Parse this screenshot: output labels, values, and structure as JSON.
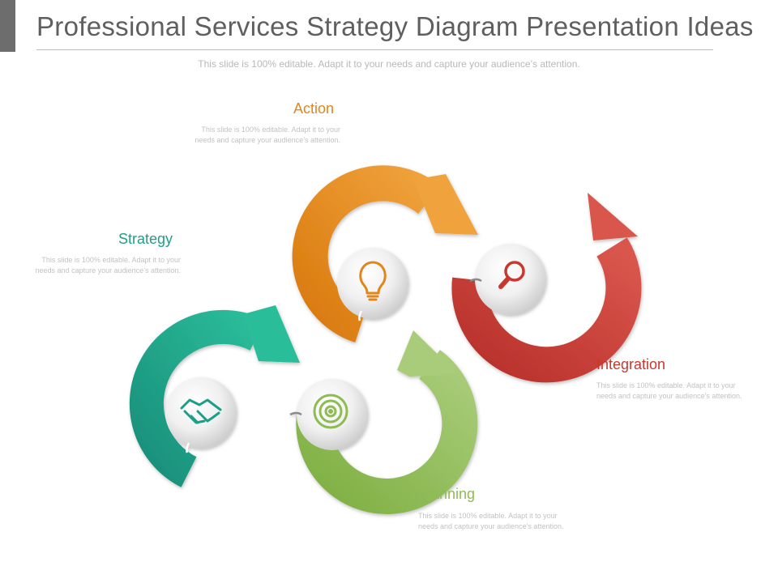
{
  "header": {
    "title": "Professional Services Strategy Diagram Presentation Ideas",
    "subtitle": "This slide is 100% editable. Adapt it to your needs and capture your audience’s attention."
  },
  "stages": {
    "strategy": {
      "label": "Strategy",
      "description": "This slide is 100% editable. Adapt it to your needs and capture your audience’s attention.",
      "color": "#1f9e88",
      "icon": "handshake-icon"
    },
    "action": {
      "label": "Action",
      "description": "This slide is 100% editable. Adapt it to your needs and capture your audience’s attention.",
      "color": "#e2861c",
      "icon": "lightbulb-icon"
    },
    "planning": {
      "label": "Planning",
      "description": "This slide is 100% editable. Adapt it to your needs and capture your audience’s attention.",
      "color": "#8fbb55",
      "icon": "target-icon"
    },
    "integration": {
      "label": "Integration",
      "description": "This slide is 100% editable. Adapt it to your needs and capture your audience’s attention.",
      "color": "#c8382f",
      "icon": "magnifier-icon"
    }
  }
}
